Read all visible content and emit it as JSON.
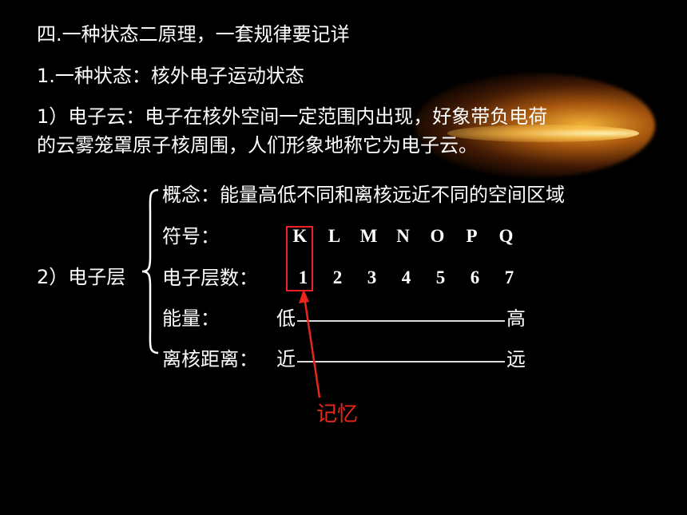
{
  "heading": "四.一种状态二原理，一套规律要记详",
  "section1": "1.一种状态：核外电子运动状态",
  "cloud_line1": "1）电子云：电子在核外空间一定范围内出现，好象带负电荷",
  "cloud_line2": "的云雾笼罩原子核周围，人们形象地称它为电子云。",
  "layer_label": "2）电子层",
  "concept": "概念：能量高低不同和离核远近不同的空间区域",
  "symbol_label": "符号：",
  "symbols": [
    "K",
    "L",
    "M",
    "N",
    "O",
    "P",
    "Q"
  ],
  "number_label": "电子层数：",
  "numbers": [
    "1",
    "2",
    "3",
    "4",
    "5",
    "6",
    "7"
  ],
  "energy_label": "能量：",
  "energy_low": "低",
  "energy_high": "高",
  "distance_label": "离核距离：",
  "distance_near": "近",
  "distance_far": "远",
  "memo": "记忆",
  "colors": {
    "background": "#000000",
    "text": "#ffffff",
    "highlight": "#e8271a"
  }
}
